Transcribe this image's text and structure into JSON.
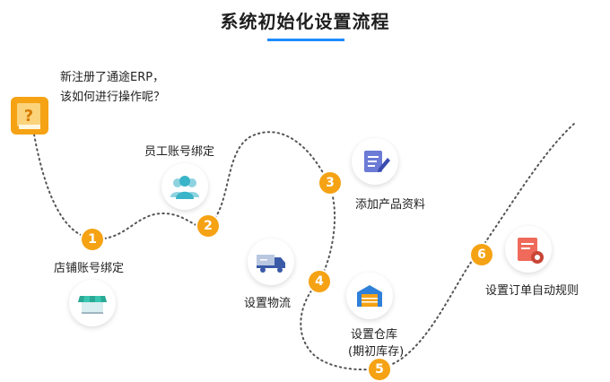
{
  "title": "系统初始化设置流程",
  "intro": {
    "line1": "新注册了通途ERP，",
    "line2": "该如何进行操作呢？"
  },
  "steps": [
    {
      "num": "1",
      "label": "店铺账号绑定",
      "icon": "shop-icon"
    },
    {
      "num": "2",
      "label": "员工账号绑定",
      "icon": "users-icon"
    },
    {
      "num": "3",
      "label": "添加产品资料",
      "icon": "edit-document-icon"
    },
    {
      "num": "4",
      "label": "设置物流",
      "icon": "truck-icon"
    },
    {
      "num": "5",
      "label_line1": "设置仓库",
      "label_line2": "(期初库存)",
      "icon": "warehouse-icon"
    },
    {
      "num": "6",
      "label": "设置订单自动规则",
      "icon": "rule-document-icon"
    }
  ],
  "colors": {
    "accent_orange": "#f5a214",
    "blue": "#1f8bff",
    "path": "#555555"
  }
}
